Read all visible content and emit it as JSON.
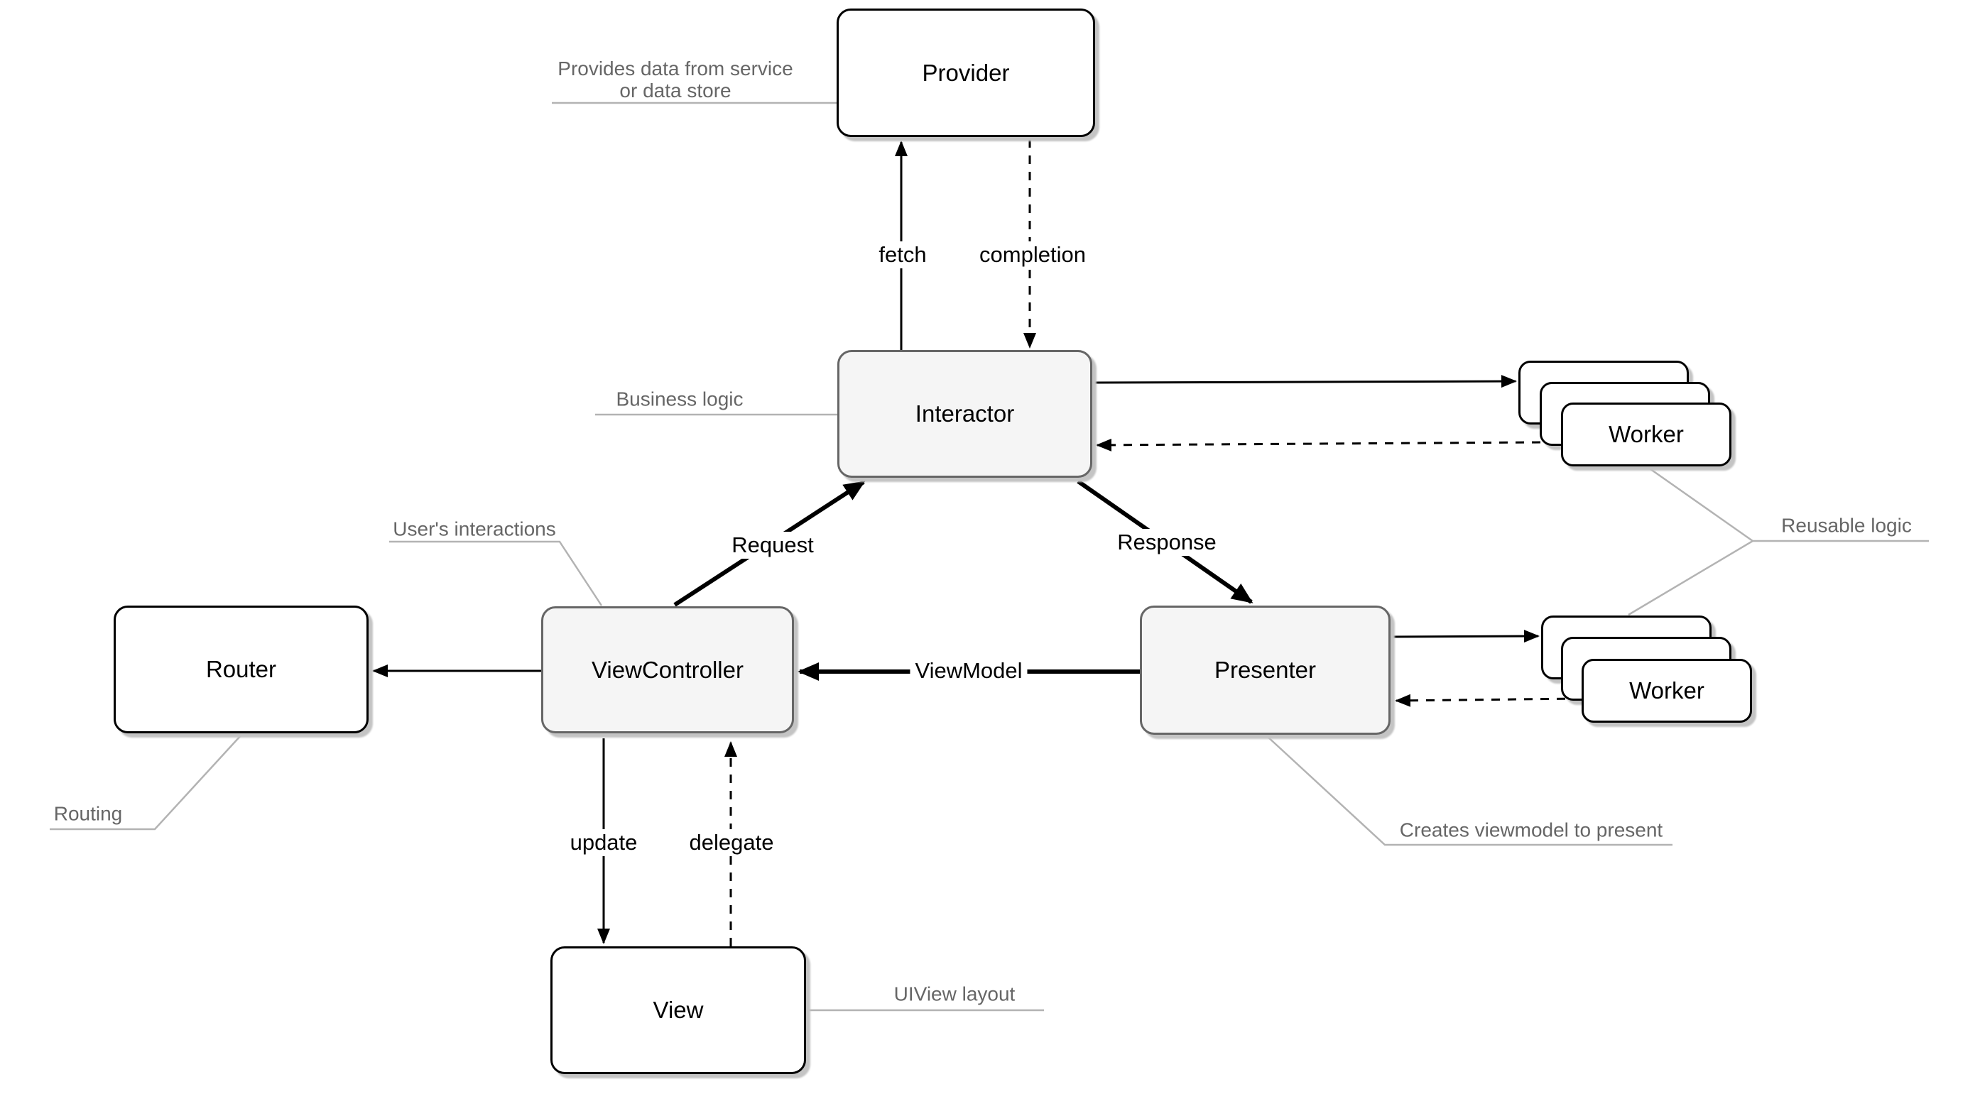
{
  "diagram": {
    "title_hint": "VIP / Clean-Swift architecture diagram",
    "nodes": {
      "provider": {
        "label": "Provider"
      },
      "interactor": {
        "label": "Interactor"
      },
      "view_controller": {
        "label": "ViewController"
      },
      "presenter": {
        "label": "Presenter"
      },
      "router": {
        "label": "Router"
      },
      "view": {
        "label": "View"
      },
      "worker_top": {
        "label": "Worker"
      },
      "worker_bottom": {
        "label": "Worker"
      }
    },
    "edges": {
      "fetch": {
        "label": "fetch",
        "style": "solid",
        "from": "interactor",
        "to": "provider"
      },
      "completion": {
        "label": "completion",
        "style": "dashed",
        "from": "provider",
        "to": "interactor"
      },
      "request": {
        "label": "Request",
        "style": "solid",
        "from": "view_controller",
        "to": "interactor"
      },
      "response": {
        "label": "Response",
        "style": "solid",
        "from": "interactor",
        "to": "presenter"
      },
      "viewmodel": {
        "label": "ViewModel",
        "style": "solid",
        "from": "presenter",
        "to": "view_controller"
      },
      "update": {
        "label": "update",
        "style": "solid",
        "from": "view_controller",
        "to": "view"
      },
      "delegate": {
        "label": "delegate",
        "style": "dashed",
        "from": "view",
        "to": "view_controller"
      },
      "to_router": {
        "label": "",
        "style": "solid",
        "from": "view_controller",
        "to": "router"
      },
      "interactor_to_worker": {
        "label": "",
        "style": "solid",
        "from": "interactor",
        "to": "worker_top"
      },
      "worker_to_interactor": {
        "label": "",
        "style": "dashed",
        "from": "worker_top",
        "to": "interactor"
      },
      "presenter_to_worker": {
        "label": "",
        "style": "solid",
        "from": "presenter",
        "to": "worker_bottom"
      },
      "worker_to_presenter": {
        "label": "",
        "style": "dashed",
        "from": "worker_bottom",
        "to": "presenter"
      }
    },
    "annotations": {
      "provides": {
        "line1": "Provides data from service",
        "line2": "or data store"
      },
      "business_logic": {
        "text": "Business logic"
      },
      "users_interactions": {
        "text": "User's interactions"
      },
      "routing": {
        "text": "Routing"
      },
      "reusable_logic": {
        "text": "Reusable logic"
      },
      "creates_viewmodel": {
        "text": "Creates viewmodel to present"
      },
      "uiview_layout": {
        "text": "UIView layout"
      }
    },
    "colors": {
      "background": "#ffffff",
      "node_fill_plain": "#ffffff",
      "node_fill_highlight": "#f5f5f5",
      "node_border_plain": "#000000",
      "node_border_highlight": "#666666",
      "arrow": "#000000",
      "annotation_text": "#666666",
      "annotation_line": "#b3b3b3",
      "shadow": "#c4c4c4"
    }
  }
}
